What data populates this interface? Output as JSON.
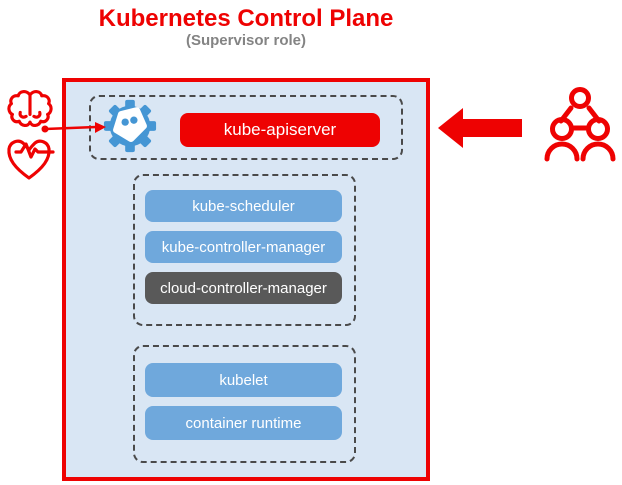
{
  "title": "Kubernetes Control Plane",
  "subtitle": "(Supervisor role)",
  "control_plane": {
    "api_group": {
      "icon": "robot-gear-icon",
      "api_server_label": "kube-apiserver"
    },
    "controller_group": {
      "items": [
        {
          "label": "kube-scheduler",
          "variant": "blue"
        },
        {
          "label": "kube-controller-manager",
          "variant": "blue"
        },
        {
          "label": "cloud-controller-manager",
          "variant": "dark"
        }
      ]
    },
    "node_group": {
      "items": [
        {
          "label": "kubelet",
          "variant": "blue"
        },
        {
          "label": "container runtime",
          "variant": "blue"
        }
      ]
    }
  },
  "side_icons": {
    "left": [
      "brain-icon",
      "heart-pulse-icon"
    ],
    "left_arrow": "arrow-to-apiserver",
    "right_arrow": "thick-arrow-left",
    "right": "users-group-icon"
  },
  "colors": {
    "red": "#ee0202",
    "panel_bg": "#d9e6f4",
    "node_blue": "#6fa8dc",
    "node_dark": "#595959",
    "gear_blue": "#4596d4",
    "dashed_border": "#4a4a4a",
    "subtitle_gray": "#848484",
    "text_white": "#ffffff"
  }
}
